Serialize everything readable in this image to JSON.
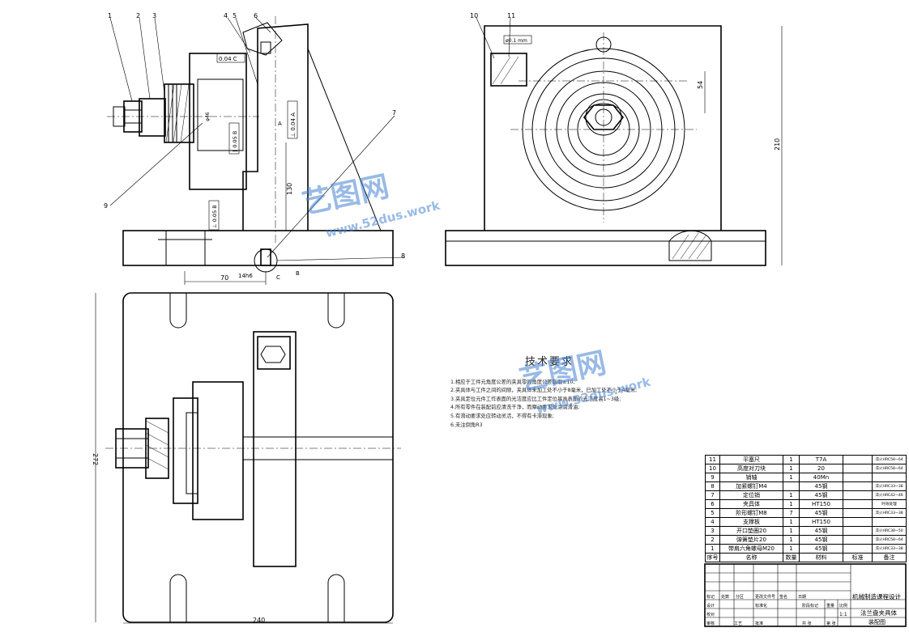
{
  "part_numbers": [
    "1",
    "2",
    "3",
    "4",
    "5",
    "6",
    "7",
    "8",
    "9",
    "10",
    "11"
  ],
  "dimensions": {
    "d70": "70",
    "d14h6": "14h6",
    "d130": "130",
    "d54": "54",
    "d210": "210",
    "d272": "272",
    "d240": "240",
    "fit": "φ46"
  },
  "tolerance_frames": {
    "front_top": "0.04 C",
    "front_mid": "⊥ 0.04 A",
    "front_low": "∥ 0.05 B",
    "front_bottom": "⊥ 0.05 B",
    "side_top": "ø0.1 mm"
  },
  "datum_labels": [
    "A",
    "B",
    "C"
  ],
  "tech_requirements": {
    "title": "技术要求",
    "items": [
      "1.相应于工件元角度公差的夹具零的角度公差取取±10;",
      "2.夹具体与工件之间的间隙，夹具体未加工处不小于8毫米，已加工处不小于4毫米;",
      "3.夹具定位元件工作表面的光洁度应比工件定位基准表面的光洁度高1~3级;",
      "4.所有零件在装配前应清洗干净，而摩动要求处涂润滑油;",
      "5.有滑动要求处应转动灵活，不得有卡滞现象;",
      "6.未注倒角R3"
    ]
  },
  "bom": {
    "rows": [
      {
        "no": "11",
        "name": "平塞尺",
        "qty": "1",
        "material": "T7A",
        "std": "",
        "note": "淬火HRC58~64"
      },
      {
        "no": "10",
        "name": "高度对刀块",
        "qty": "1",
        "material": "20",
        "std": "",
        "note": "淬火HRC58~64"
      },
      {
        "no": "9",
        "name": "销轴",
        "qty": "1",
        "material": "40Mn",
        "std": "",
        "note": ""
      },
      {
        "no": "8",
        "name": "加紧螺钉M4",
        "qty": "",
        "material": "45钢",
        "std": "",
        "note": "淬火HRC33~38"
      },
      {
        "no": "7",
        "name": "定位销",
        "qty": "1",
        "material": "45钢",
        "std": "",
        "note": "淬火HRC42~46"
      },
      {
        "no": "6",
        "name": "夹具体",
        "qty": "1",
        "material": "HT150",
        "std": "",
        "note": "时效处理"
      },
      {
        "no": "5",
        "name": "阶形螺钉M8",
        "qty": "7",
        "material": "45钢",
        "std": "",
        "note": "淬火HRC33~38"
      },
      {
        "no": "4",
        "name": "支撑板",
        "qty": "1",
        "material": "HT150",
        "std": "",
        "note": ""
      },
      {
        "no": "3",
        "name": "开口垫圈20",
        "qty": "1",
        "material": "45钢",
        "std": "",
        "note": "淬火HRC38~50"
      },
      {
        "no": "2",
        "name": "弹簧垫片20",
        "qty": "1",
        "material": "45钢",
        "std": "",
        "note": "淬火HRC58~64"
      },
      {
        "no": "1",
        "name": "带肩六角螺母M20",
        "qty": "1",
        "material": "45钢",
        "std": "",
        "note": "淬火HRC33~38"
      }
    ],
    "header": {
      "no": "序号",
      "name": "名称",
      "qty": "数量",
      "material": "材料",
      "std": "标准",
      "note": "备注"
    }
  },
  "title_block": {
    "course": "机械制造课程设计",
    "drawing_name": "法兰盘夹具体",
    "drawing_type": "装配图",
    "scale": "1:1",
    "marks": [
      "标记",
      "处数",
      "分区",
      "更改文件号",
      "签名",
      "日期"
    ],
    "roles": [
      "设计",
      "校对",
      "审核",
      "工艺"
    ],
    "cells": [
      "标准化",
      "批准",
      "阶段标记",
      "重量",
      "比例",
      "共 张",
      "第 张"
    ]
  },
  "watermark": {
    "brand": "艺图网",
    "url": "www.52dus.work"
  },
  "colors": {
    "line": "#000000",
    "watermark": "#4682d2"
  }
}
